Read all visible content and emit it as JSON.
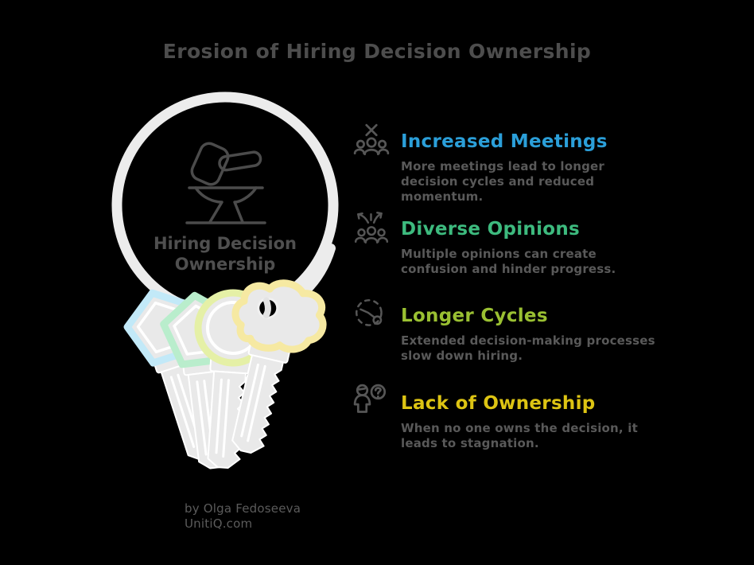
{
  "title": "Erosion of Hiring Decision Ownership",
  "ring": {
    "icon": "hammer-anvil-icon",
    "label_line1": "Hiring Decision",
    "label_line2": "Ownership"
  },
  "items": [
    {
      "icon": "meeting-cancel-icon",
      "label": "Increased Meetings",
      "color": "#2b9fd9",
      "description": "More meetings lead to longer decision cycles and reduced momentum."
    },
    {
      "icon": "diverse-opinions-icon",
      "label": "Diverse Opinions",
      "color": "#3dba7e",
      "description": "Multiple opinions can create confusion and hinder progress."
    },
    {
      "icon": "clock-cycle-icon",
      "label": "Longer Cycles",
      "color": "#9ac032",
      "description": "Extended decision-making processes slow down hiring."
    },
    {
      "icon": "person-question-icon",
      "label": "Lack of Ownership",
      "color": "#ddc413",
      "description": "When no one owns the decision, it leads to stagnation."
    }
  ],
  "attribution": {
    "line1": "by Olga Fedoseeva",
    "line2": "UnitiQ.com"
  },
  "palette": {
    "background": "#000000",
    "title_text": "#4d4d4d",
    "body_text": "#595959",
    "ring_gray": "#ececec",
    "key_blue": "#c2e9f8",
    "key_mint": "#b9edcc",
    "key_lime": "#e5f0a6",
    "key_yellow": "#f6e9a2"
  }
}
